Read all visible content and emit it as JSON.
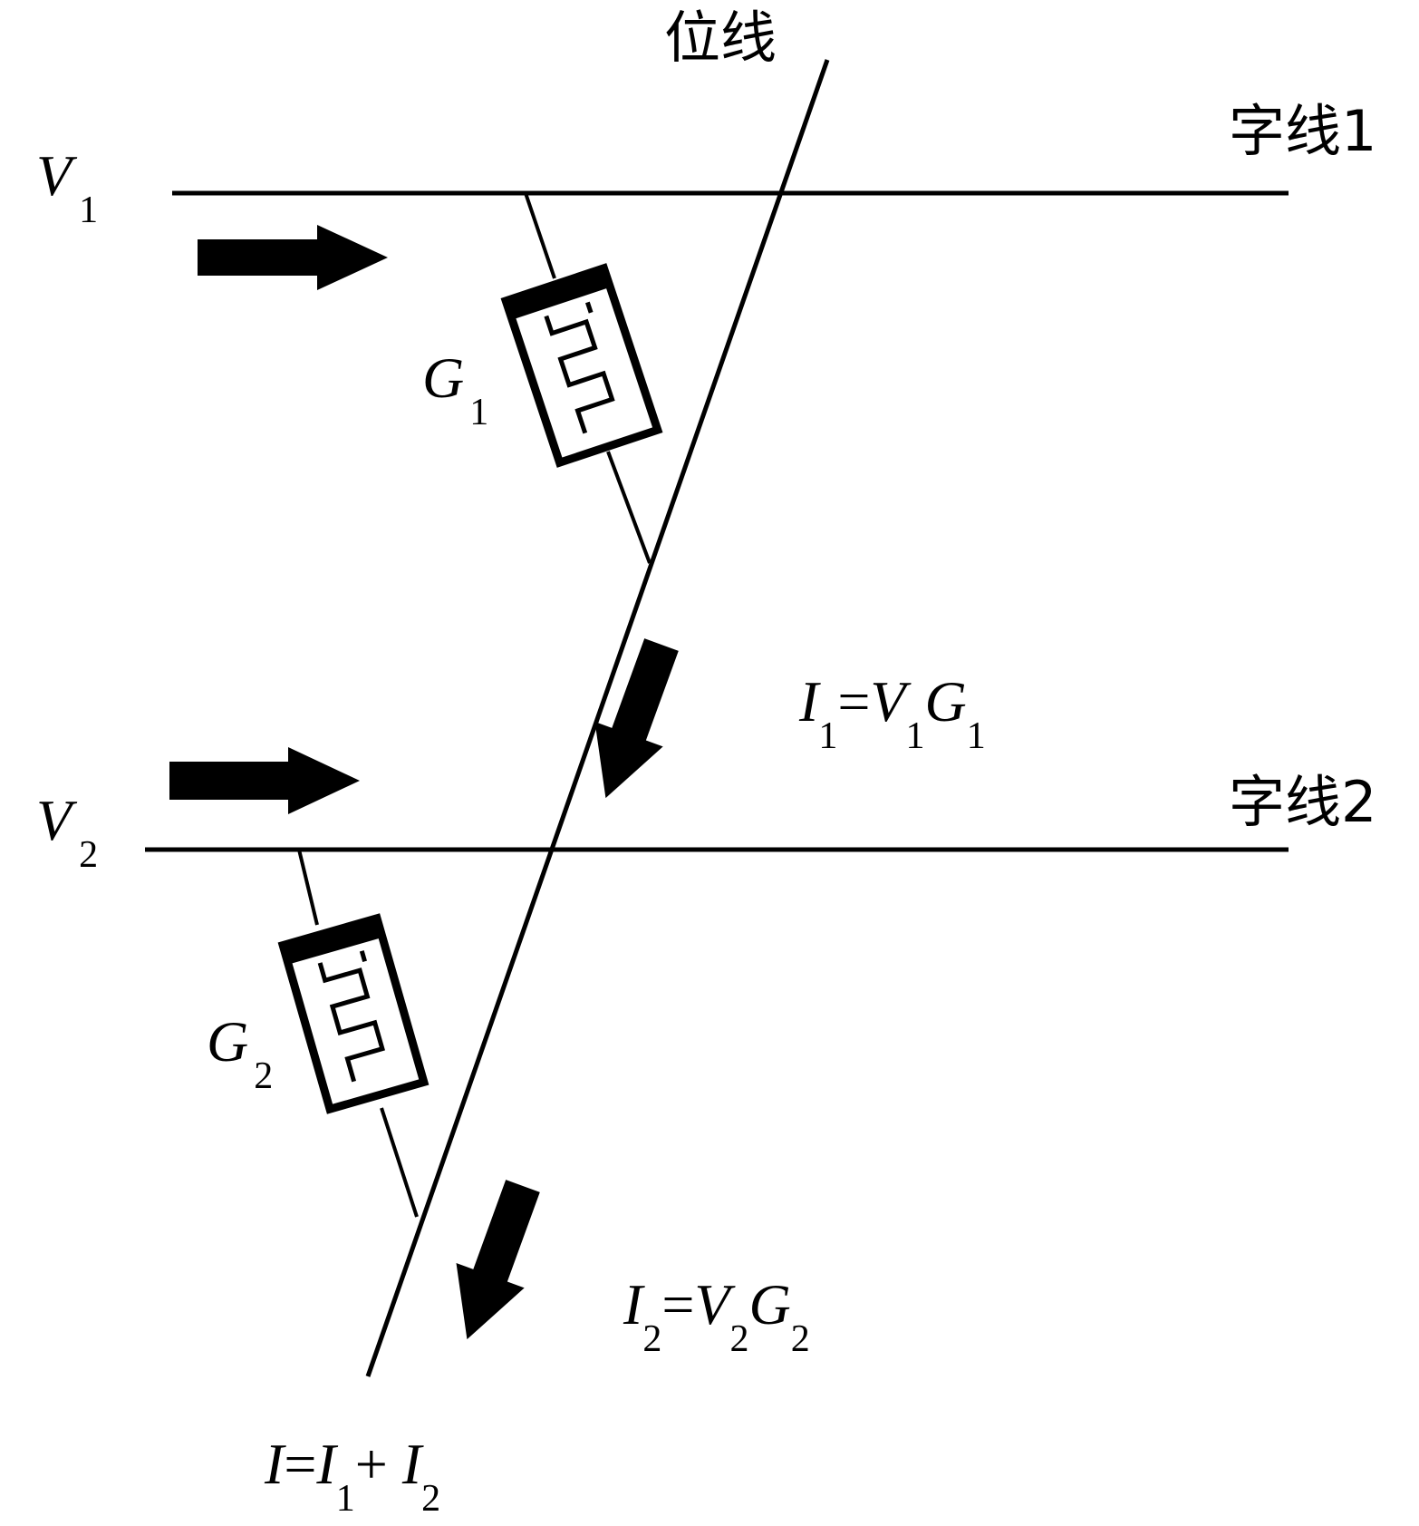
{
  "lines": {
    "bit_line": "位线",
    "word_line_1": "字线1",
    "word_line_2": "字线2"
  },
  "voltages": {
    "v1": {
      "main": "V",
      "sub": "1"
    },
    "v2": {
      "main": "V",
      "sub": "2"
    }
  },
  "conductances": {
    "g1": {
      "main": "G",
      "sub": "1"
    },
    "g2": {
      "main": "G",
      "sub": "2"
    }
  },
  "equations": {
    "i1": {
      "a": "I",
      "a_sub": "1",
      "eq": "=",
      "b": "V",
      "b_sub": "1",
      "c": "G",
      "c_sub": "1"
    },
    "i2": {
      "a": "I",
      "a_sub": "2",
      "eq": "=",
      "b": "V",
      "b_sub": "2",
      "c": "G",
      "c_sub": "2"
    },
    "total": {
      "a": "I",
      "eq": "=",
      "b": "I",
      "b_sub": "1",
      "plus": "+ ",
      "c": "I",
      "c_sub": "2"
    }
  },
  "colors": {
    "ink": "#000000",
    "background": "#ffffff"
  }
}
